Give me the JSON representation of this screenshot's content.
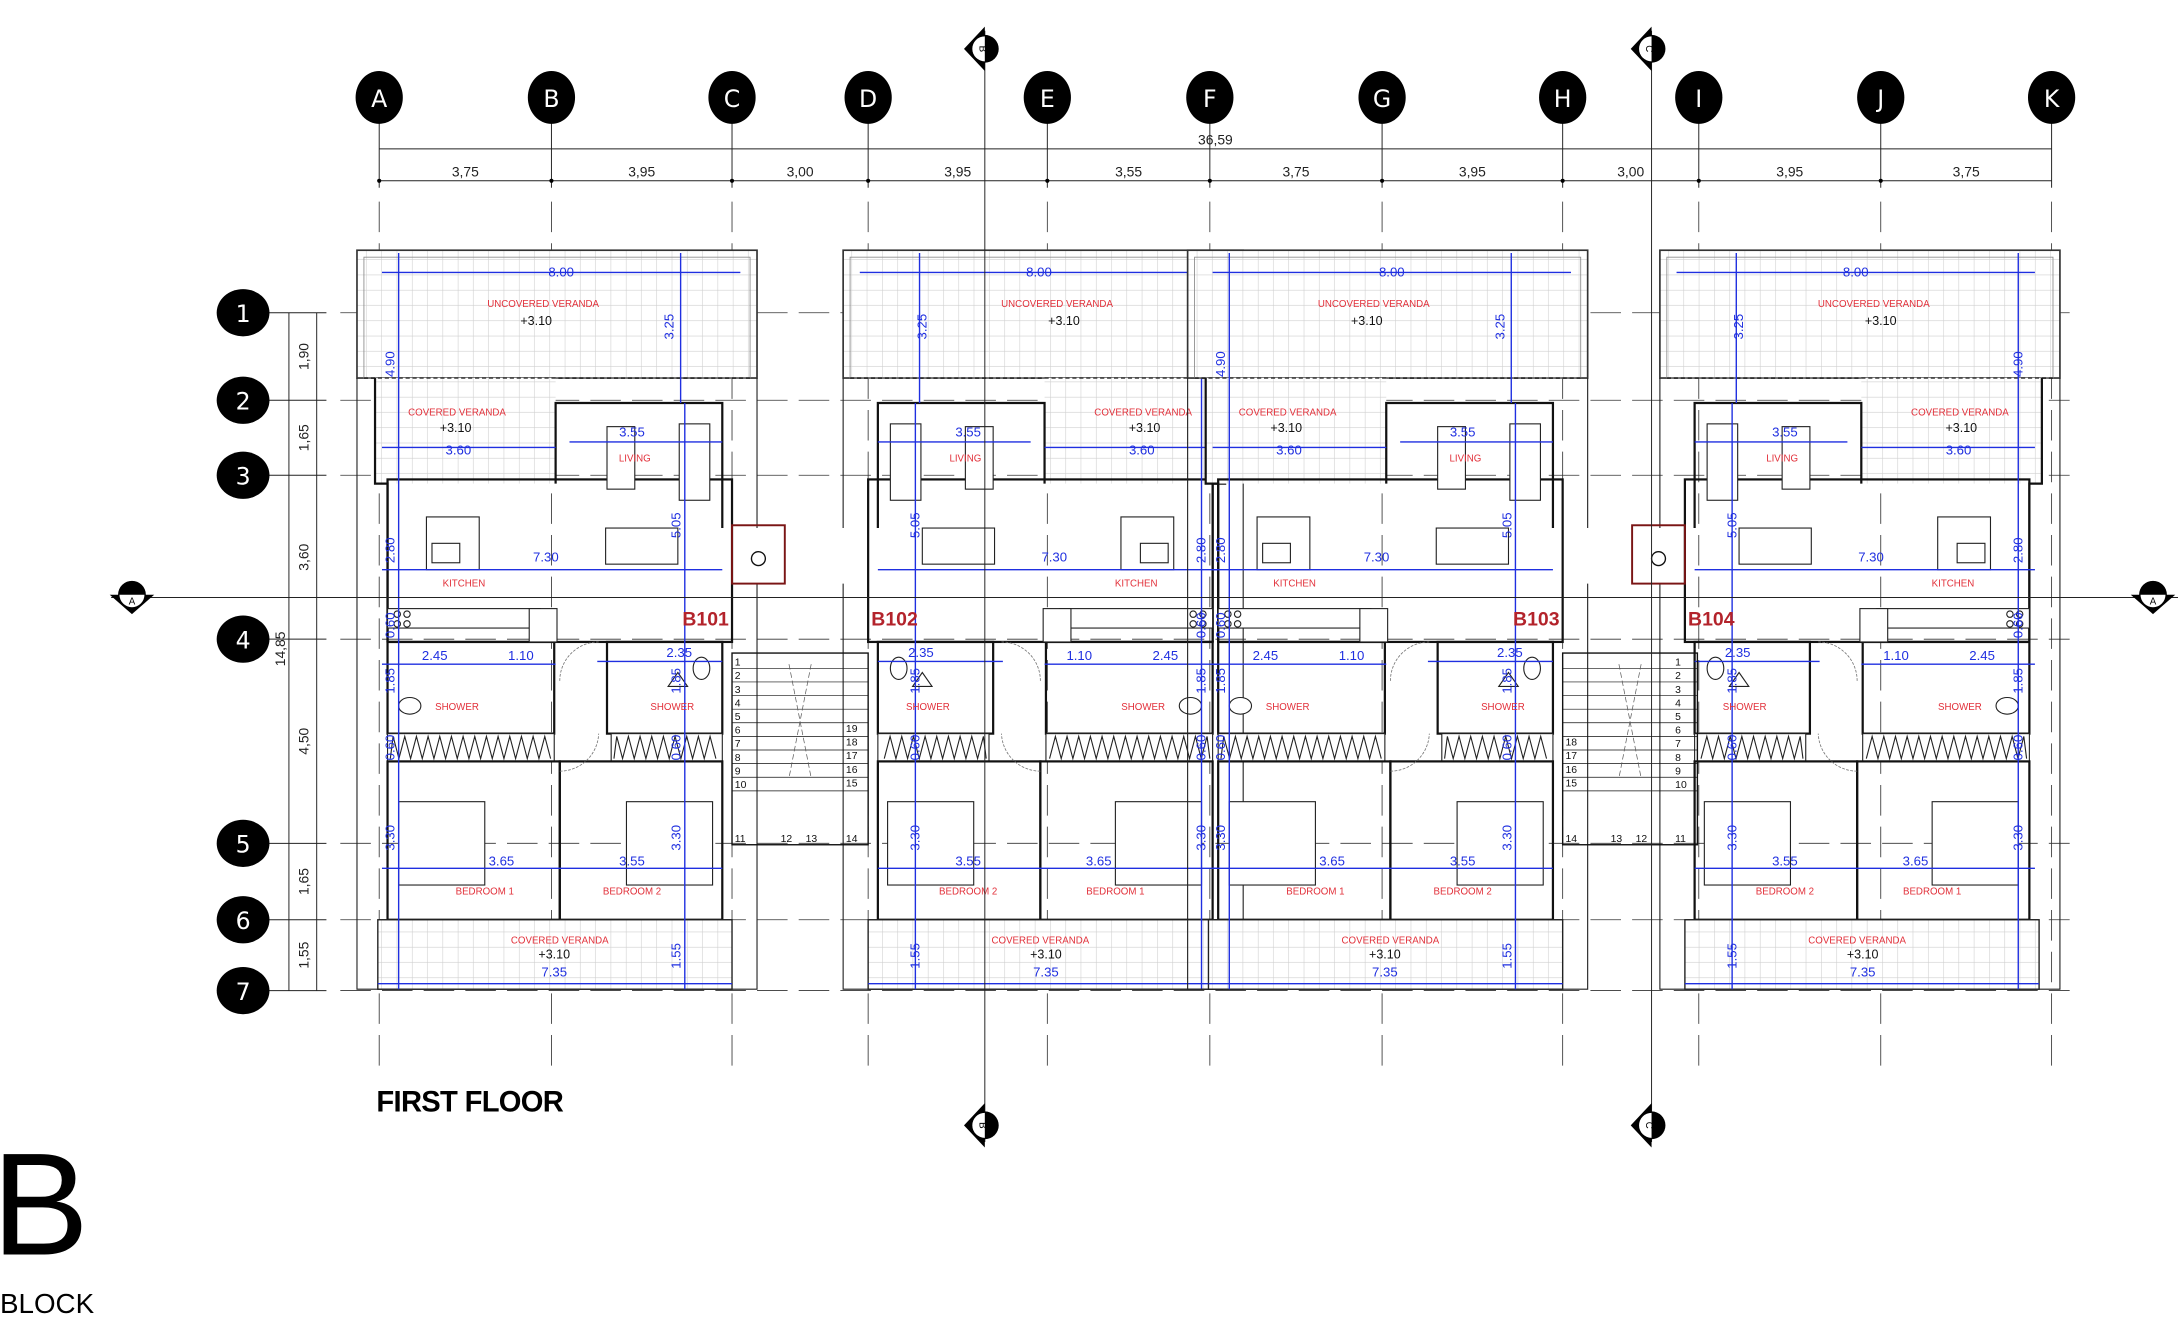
{
  "title": "FIRST FLOOR",
  "block": {
    "letter": "B",
    "label": "BLOCK"
  },
  "grid": {
    "columns": [
      "A",
      "B",
      "C",
      "D",
      "E",
      "F",
      "G",
      "H",
      "I",
      "J",
      "K"
    ],
    "rows": [
      "1",
      "2",
      "3",
      "4",
      "5",
      "6",
      "7"
    ],
    "column_dims": [
      "3,75",
      "3,95",
      "3,00",
      "3,95",
      "3,55",
      "3,75",
      "3,95",
      "3,00",
      "3,95",
      "3,75"
    ],
    "total_width": "36,59",
    "row_dims": [
      "1,90",
      "1,65",
      "3,60",
      "4,50",
      "1,65",
      "1,55"
    ],
    "total_depth": "14,85"
  },
  "sections": {
    "vertical_1": "B",
    "vertical_2": "C",
    "horizontal": "A"
  },
  "units": [
    {
      "id": "B101"
    },
    {
      "id": "B102"
    },
    {
      "id": "B103"
    },
    {
      "id": "B104"
    }
  ],
  "unit_texts": {
    "uncovered_veranda": "UNCOVERED VERANDA",
    "covered_veranda_top": "COVERED VERANDA",
    "covered_veranda_bottom": "COVERED VERANDA",
    "living": "LIVING",
    "kitchen": "KITCHEN",
    "shower1": "SHOWER",
    "shower2": "SHOWER",
    "bedroom1": "BEDROOM 1",
    "bedroom2": "BEDROOM 2",
    "elev1": "+3.10",
    "elev2": "+3.10",
    "elev3": "+3.10",
    "dim_veranda_w": "8.00",
    "dim_cv_w": "3.60",
    "dim_living_w": "3.55",
    "dim_kitchen_w": "7.30",
    "dim_bath1_w": "2.45",
    "dim_hall_w": "1.10",
    "dim_bath2_w": "2.35",
    "dim_bed1_w": "3.65",
    "dim_bed2_w": "3.55",
    "dim_cvb_w": "7.35",
    "dim_total_depth": "4.90",
    "dim_uv_depth": "3.25",
    "dim_living_depth": "5.05",
    "dim_kitchen_depth": "2.80",
    "dim_counter": "0.60",
    "dim_bath_depth": "1.85",
    "dim_bath2_depth": "1.85",
    "dim_wardrobe": "0.60",
    "dim_wardrobe2": "0.60",
    "dim_bed1_depth": "3.30",
    "dim_bed2_depth": "3.30",
    "dim_cvb_depth": "1.55"
  },
  "stairs": {
    "left_steps": [
      "1",
      "2",
      "3",
      "4",
      "5",
      "6",
      "7",
      "8",
      "9",
      "10",
      "11",
      "12",
      "13",
      "14",
      "15",
      "16",
      "17",
      "18",
      "19"
    ],
    "right_steps": [
      "1",
      "2",
      "3",
      "4",
      "5",
      "6",
      "7",
      "8",
      "9",
      "10",
      "11",
      "12",
      "13",
      "14",
      "15",
      "16",
      "17",
      "18"
    ]
  },
  "colors": {
    "dimension": "#1f2fe0",
    "room_label": "#e2303a",
    "unit_label": "#b3232b"
  }
}
